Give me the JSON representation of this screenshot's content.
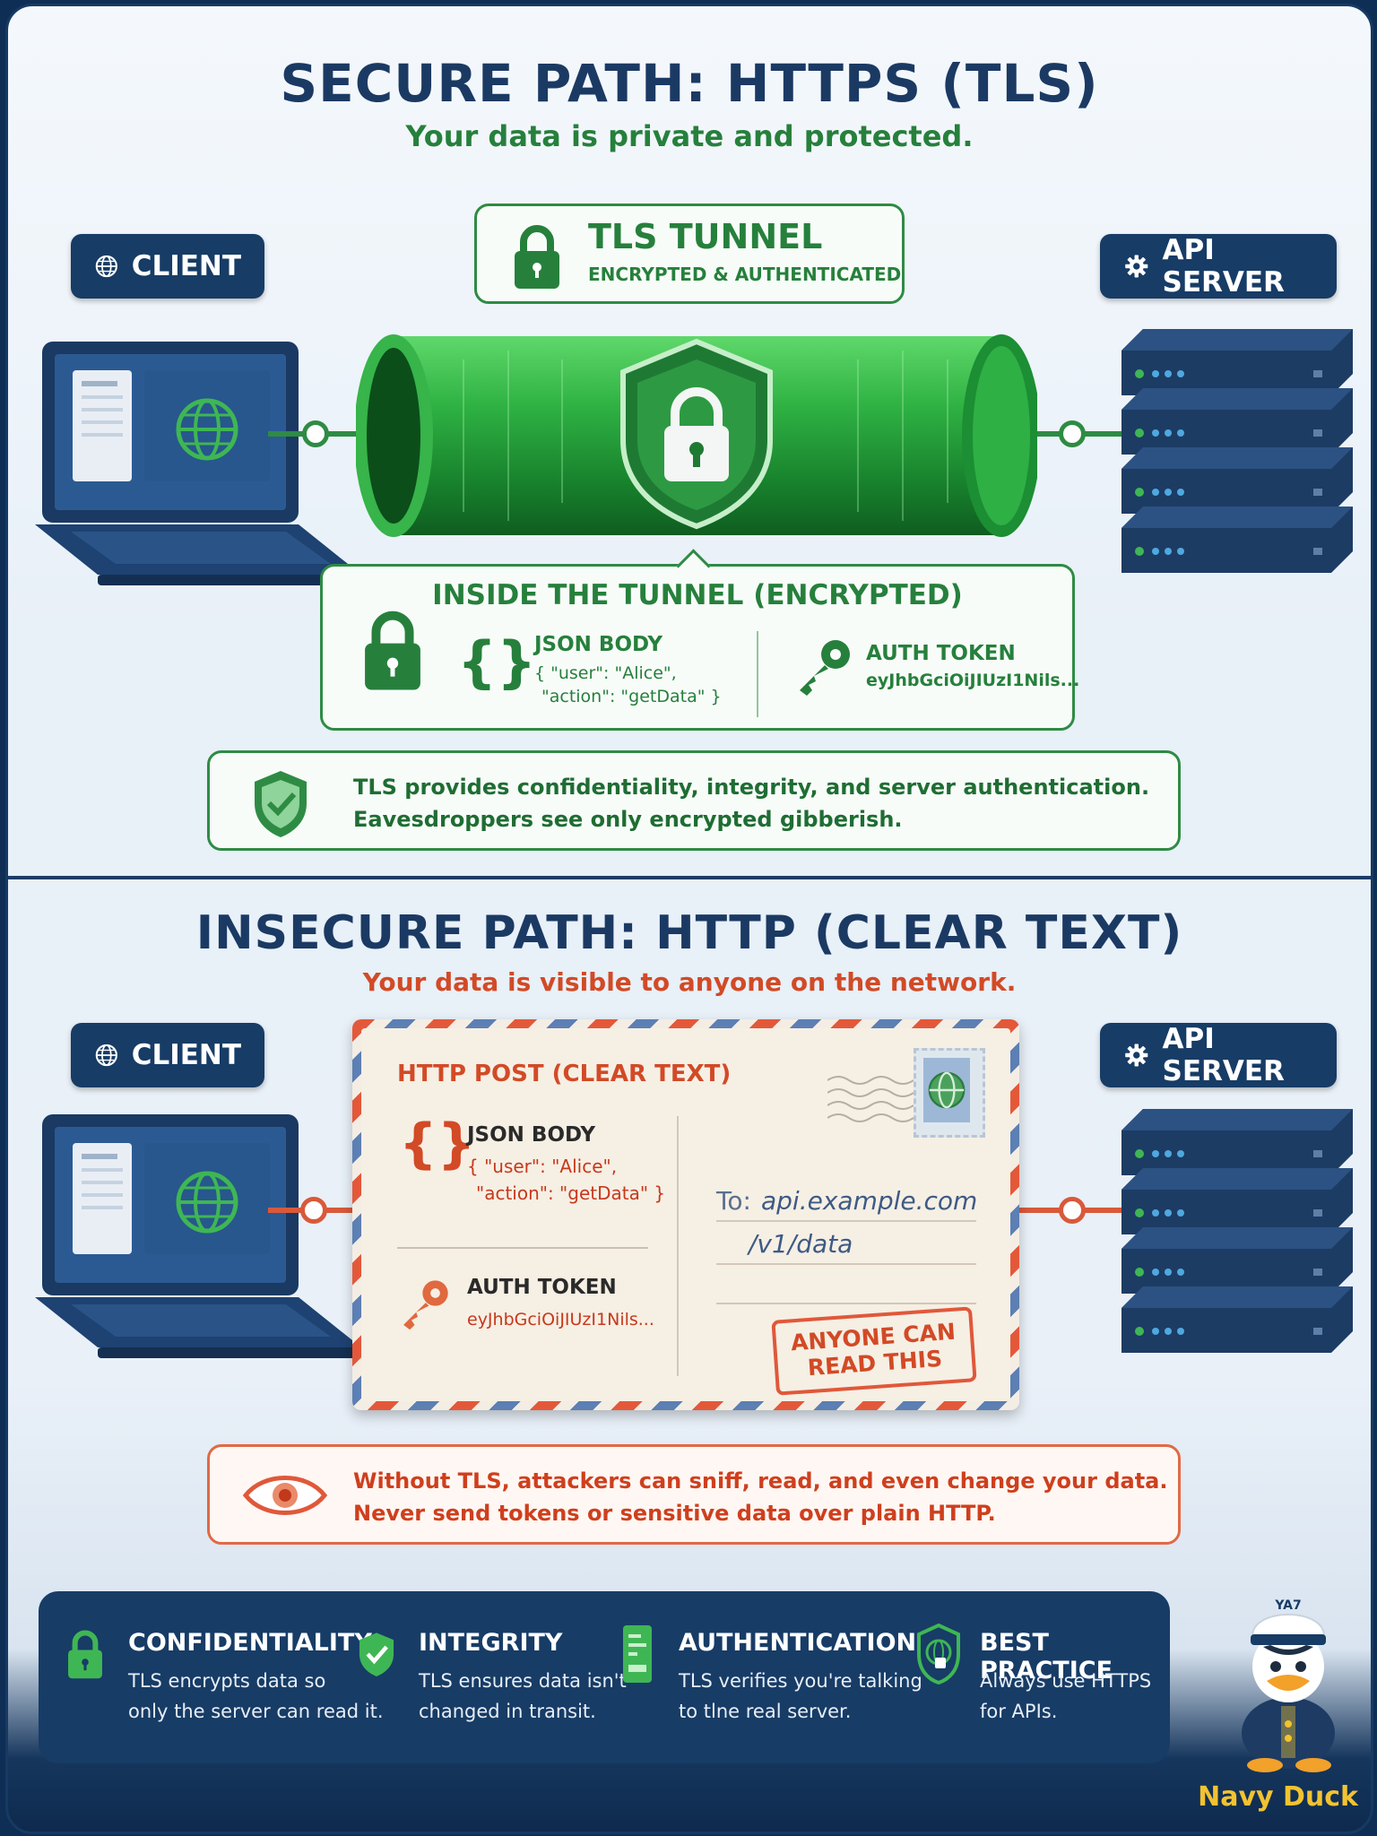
{
  "secure": {
    "title": "SECURE PATH: HTTPS (TLS)",
    "subtitle": "Your data is private and protected.",
    "client_label": "CLIENT",
    "server_label": "API SERVER",
    "tunnel_title": "TLS TUNNEL",
    "tunnel_subtitle": "ENCRYPTED & AUTHENTICATED",
    "inside_title": "INSIDE THE TUNNEL (ENCRYPTED)",
    "json_label": "JSON BODY",
    "json_line1": "{ \"user\": \"Alice\",",
    "json_line2": "\"action\": \"getData\" }",
    "token_label": "AUTH TOKEN",
    "token_value": "eyJhbGciOiJIUzI1Nils...",
    "note_line1": "TLS provides confidentiality, integrity, and server authentication.",
    "note_line2": "Eavesdroppers see only encrypted gibberish."
  },
  "insecure": {
    "title": "INSECURE PATH: HTTP (CLEAR TEXT)",
    "subtitle": "Your data is visible to anyone on the network.",
    "client_label": "CLIENT",
    "server_label": "API SERVER",
    "envelope_title": "HTTP POST (CLEAR TEXT)",
    "json_label": "JSON BODY",
    "json_line1": "{ \"user\": \"Alice\",",
    "json_line2": "\"action\": \"getData\" }",
    "token_label": "AUTH TOKEN",
    "token_value": "eyJhbGciOiJIUzI1Nils...",
    "to_prefix": "To:",
    "to_host": "api.example.com",
    "to_path": "/v1/data",
    "stamp_line1": "ANYONE CAN",
    "stamp_line2": "READ THIS",
    "note_line1": "Without TLS, attackers can sniff, read, and even change your data.",
    "note_line2": "Never send tokens or sensitive data over plain HTTP."
  },
  "features": [
    {
      "title": "CONFIDENTIALITY",
      "line1": "TLS encrypts data so",
      "line2": "only the server can read it.",
      "icon": "lock-icon"
    },
    {
      "title": "INTEGRITY",
      "line1": "TLS ensures data isn't",
      "line2": "changed in transit.",
      "icon": "shield-check-icon"
    },
    {
      "title": "AUTHENTICATION",
      "line1": "TLS verifies you're talking",
      "line2": "to tlne real server.",
      "icon": "certificate-icon"
    },
    {
      "title": "BEST PRACTICE",
      "line1": "Always use HTTPS",
      "line2": "for APIs.",
      "icon": "globe-lock-icon"
    }
  ],
  "mascot": {
    "name": "Navy Duck",
    "cap_text": "YA7"
  },
  "colors": {
    "navy": "#173c66",
    "green": "#2e8b44",
    "red": "#e06a45",
    "gold": "#f2c230"
  }
}
